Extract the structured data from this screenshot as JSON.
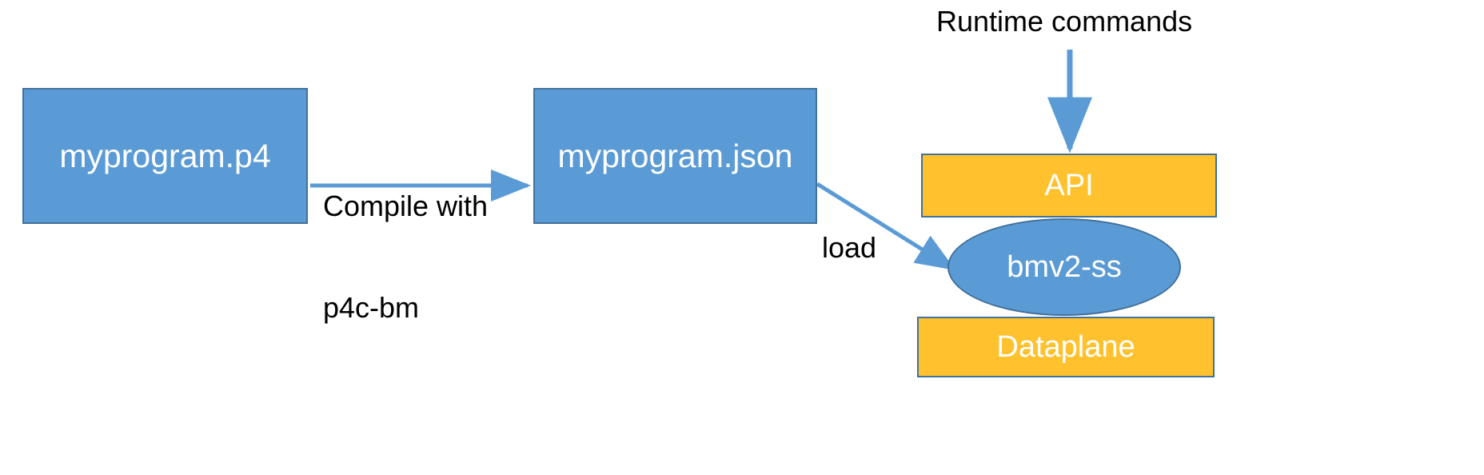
{
  "diagram": {
    "title": "P4 toolchain flow: compile, load and runtime control of bmv2 simple switch",
    "background": "#ffffff",
    "colors": {
      "blue_fill": "#5B9BD5",
      "orange_fill": "#FFC22E",
      "node_border": "#41719C",
      "arrow": "#5B9BD5",
      "node_text": "#ffffff",
      "label_text": "#000000"
    },
    "nodes": [
      {
        "id": "p4",
        "label": "myprogram.p4",
        "shape": "rectangle",
        "fill": "#5B9BD5"
      },
      {
        "id": "json",
        "label": "myprogram.json",
        "shape": "rectangle",
        "fill": "#5B9BD5"
      },
      {
        "id": "api",
        "label": "API",
        "shape": "rectangle",
        "fill": "#FFC22E"
      },
      {
        "id": "bmv2",
        "label": "bmv2-ss",
        "shape": "ellipse",
        "fill": "#5B9BD5"
      },
      {
        "id": "dataplane",
        "label": "Dataplane",
        "shape": "rectangle",
        "fill": "#FFC22E"
      }
    ],
    "edges": [
      {
        "id": "compile",
        "from": "p4",
        "to": "json",
        "label": "Compile with\np4c-bm",
        "label_line1": "Compile with",
        "label_line2": "p4c-bm"
      },
      {
        "id": "load",
        "from": "json",
        "to": "bmv2",
        "label": "load"
      },
      {
        "id": "runtime",
        "from": "runtime-commands",
        "to": "api",
        "label": "Runtime commands"
      }
    ],
    "labels": {
      "compile_line1": "Compile with",
      "compile_line2": "p4c-bm",
      "load": "load",
      "runtime_commands": "Runtime commands"
    }
  }
}
